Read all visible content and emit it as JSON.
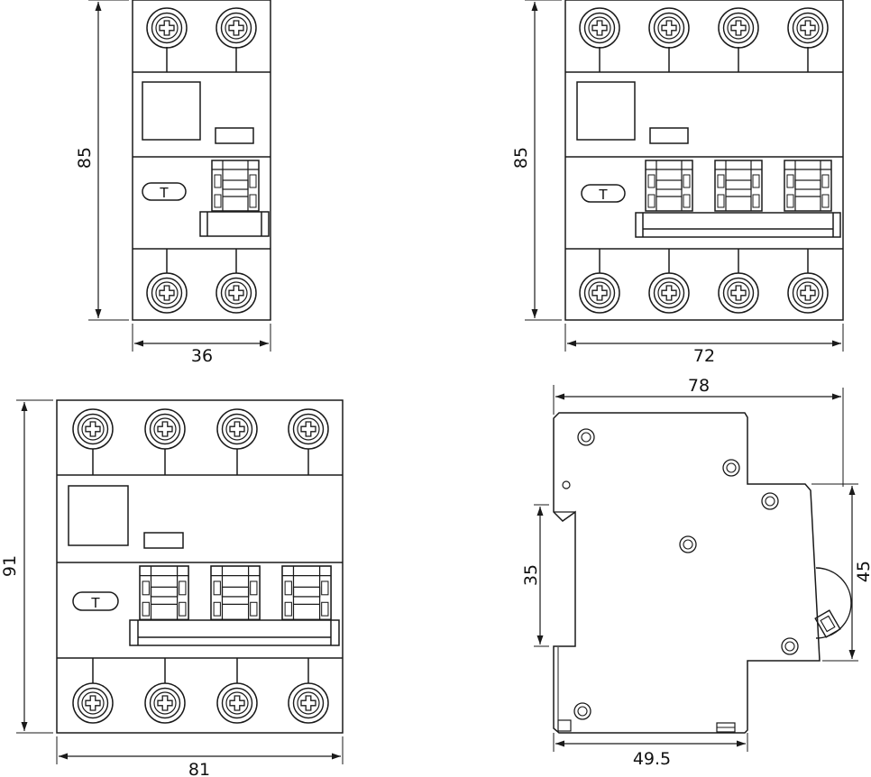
{
  "drawings": {
    "rcbo_2p": {
      "name": "2-pole front view",
      "height_dim": "85",
      "width_dim": "36",
      "test_button": "T"
    },
    "rcbo_4p_small": {
      "name": "4-pole front view",
      "height_dim": "85",
      "width_dim": "72",
      "test_button": "T"
    },
    "rcbo_4p_large": {
      "name": "4-pole front view (large)",
      "height_dim": "91",
      "width_dim": "81",
      "test_button": "T"
    },
    "side_view": {
      "name": "side view",
      "top_dim": "78",
      "rail_dim": "35",
      "front_dim": "45",
      "bottom_dim": "49.5"
    }
  },
  "colors": {
    "line": "#1a1a1a",
    "background": "#ffffff"
  }
}
